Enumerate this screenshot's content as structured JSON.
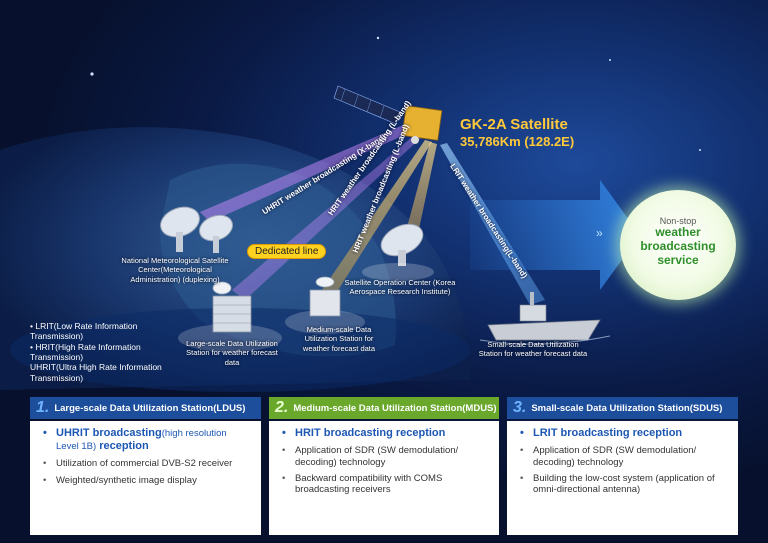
{
  "satellite": {
    "name": "GK-2A Satellite",
    "orbit": "35,786Km (128.2E)"
  },
  "beams": {
    "uhrit": "UHRIT weather broadcasting (X-band)",
    "hrit": "HRIT weather broadcasting (L-band)",
    "hrit2": "HRIT weather broadcasting (L-band)",
    "lrit": "LRIT weather broadcasting(L-band)"
  },
  "dedicated_line": "Dedicated line",
  "stations": {
    "nmsc": "National Meteorological Satellite Center(Meteorological Administration) (duplexing)",
    "soc": "Satellite Operation Center (Korea Aerospace Research Institute)",
    "large": "Large-scale Data Utilization Station for weather forecast data",
    "medium": "Medium-scale Data Utilization Station for weather forecast data",
    "small": "Small-scale Data Utilization Station for weather forecast data"
  },
  "service": {
    "pre": "Non-stop",
    "main": [
      "weather",
      "broadcasting",
      "service"
    ]
  },
  "legend": [
    "• LRIT(Low Rate Information",
    "  Transmission)",
    "• HRIT(High Rate Information",
    "  Transmission)",
    "  UHRIT(Ultra High Rate Information",
    "  Transmission)"
  ],
  "panels": [
    {
      "num": "1.",
      "title": "Large-scale Data Utilization Station(LDUS)",
      "lead": "UHRIT broadcasting",
      "lead_sub": "(high resolution Level 1B)",
      "lead_tail": " reception",
      "items": [
        "Utilization of commercial DVB-S2 receiver",
        "Weighted/synthetic image display"
      ]
    },
    {
      "num": "2.",
      "title": "Medium-scale Data Utilization Station(MDUS)",
      "lead": "HRIT broadcasting reception",
      "lead_sub": "",
      "lead_tail": "",
      "items": [
        "Application of SDR (SW demodulation/ decoding) technology",
        "Backward compatibility with COMS broadcasting receivers"
      ]
    },
    {
      "num": "3.",
      "title": "Small-scale Data Utilization Station(SDUS)",
      "lead": "LRIT broadcasting reception",
      "lead_sub": "",
      "lead_tail": "",
      "items": [
        "Application of SDR (SW demodulation/ decoding) technology",
        "Building the low-cost system (application of omni-directional antenna)"
      ]
    }
  ],
  "colors": {
    "panel1": "#1c4e9c",
    "panel2": "#6aa82c",
    "panel3": "#1c4e9c",
    "accent_gold": "#ffc93a",
    "service_green": "#2f8f2a"
  }
}
